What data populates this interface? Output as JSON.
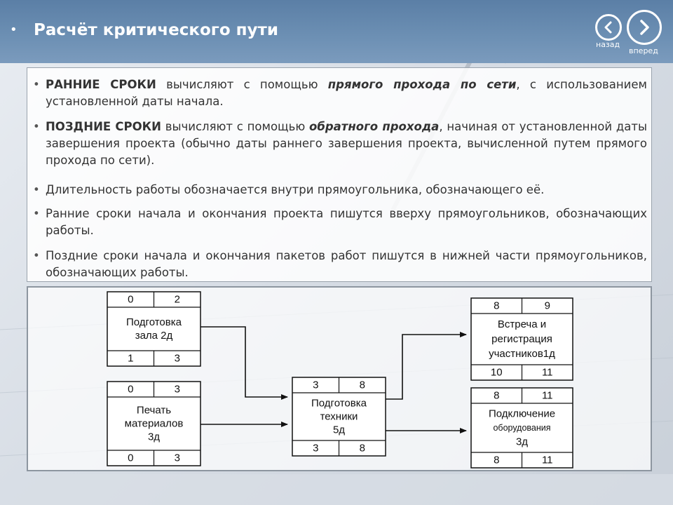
{
  "header": {
    "bullet": "•",
    "title": "Расчёт критического пути",
    "back_label": "назад",
    "forward_label": "вперед"
  },
  "bullets": [
    {
      "parts": [
        {
          "text": "РАННИЕ СРОКИ",
          "style": "strong"
        },
        {
          "text": " вычисляют с помощью ",
          "style": ""
        },
        {
          "text": "прямого прохода по сети",
          "style": "strong-it"
        },
        {
          "text": ", с использованием установленной даты начала.",
          "style": ""
        }
      ]
    },
    {
      "parts": [
        {
          "text": "ПОЗДНИЕ СРОКИ",
          "style": "strong"
        },
        {
          "text": " вычисляют с помощью ",
          "style": ""
        },
        {
          "text": "обратного прохода",
          "style": "strong-it"
        },
        {
          "text": ", начиная от установленной даты завершения проекта (обычно даты раннего завершения проекта, вычисленной путем прямого прохода по сети).",
          "style": ""
        }
      ]
    },
    {
      "parts": [
        {
          "text": "Длительность работы обозначается внутри прямоугольника, обозначающего её.",
          "style": ""
        }
      ]
    },
    {
      "parts": [
        {
          "text": "Ранние сроки начала и окончания проекта пишутся вверху прямоугольников, обозначающих  работы.",
          "style": ""
        }
      ]
    },
    {
      "parts": [
        {
          "text": "Поздние сроки начала и окончания пакетов работ пишутся в нижней части прямоугольников, обозначающих работы.",
          "style": ""
        }
      ]
    }
  ],
  "diagram": {
    "nodes": [
      {
        "id": "hall",
        "es": "0",
        "ef": "2",
        "ls": "1",
        "lf": "3",
        "label_lines": [
          "Подготовка",
          "зала 2д"
        ]
      },
      {
        "id": "print",
        "es": "0",
        "ef": "3",
        "ls": "0",
        "lf": "3",
        "label_lines": [
          "Печать",
          "материалов",
          "3д"
        ]
      },
      {
        "id": "tech",
        "es": "3",
        "ef": "8",
        "ls": "3",
        "lf": "8",
        "label_lines": [
          "Подготовка",
          "техники",
          "5д"
        ]
      },
      {
        "id": "meet",
        "es": "8",
        "ef": "9",
        "ls": "10",
        "lf": "11",
        "label_lines": [
          "Встреча и",
          "регистрация",
          "участников1д"
        ]
      },
      {
        "id": "equip",
        "es": "8",
        "ef": "11",
        "ls": "8",
        "lf": "11",
        "label_lines": [
          "Подключение",
          "оборудования",
          "3д"
        ]
      }
    ]
  }
}
